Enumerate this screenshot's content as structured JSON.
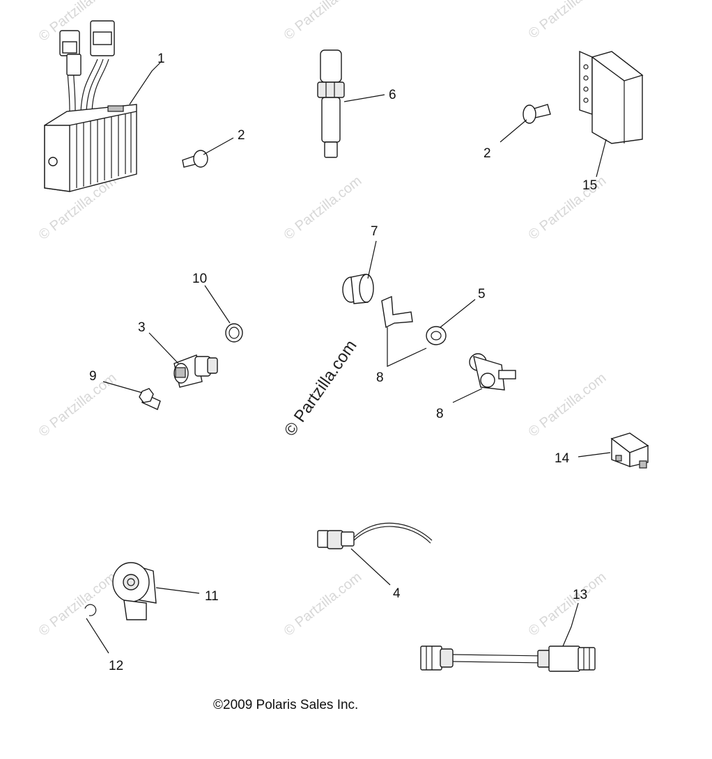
{
  "watermark": "© Partzilla.com",
  "watermark_center": "© Partzilla.com",
  "copyright": "©2009 Polaris Sales Inc.",
  "callouts": {
    "c1": "1",
    "c2a": "2",
    "c2b": "2",
    "c3": "3",
    "c4": "4",
    "c5": "5",
    "c6": "6",
    "c7": "7",
    "c8a": "8",
    "c8b": "8",
    "c9": "9",
    "c10": "10",
    "c11": "11",
    "c12": "12",
    "c13": "13",
    "c14": "14",
    "c15": "15"
  },
  "colors": {
    "line": "#1a1a1a",
    "watermark": "#d7d7d7",
    "background": "#ffffff"
  }
}
